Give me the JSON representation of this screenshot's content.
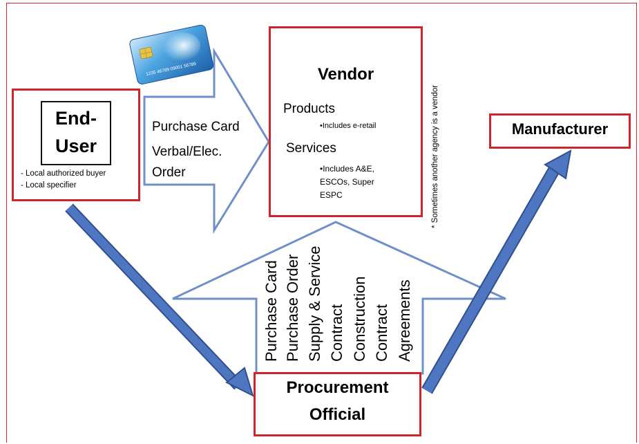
{
  "end_user": {
    "title_line1": "End-",
    "title_line2": "User",
    "bullets": [
      "- Local authorized buyer",
      "- Local specifier"
    ]
  },
  "card": {
    "number": "1235 46789 09001 56789"
  },
  "right_arrow": {
    "label1": "Purchase Card",
    "label2a": "Verbal/Elec.",
    "label2b": "Order"
  },
  "vendor": {
    "title": "Vendor",
    "products": "Products",
    "products_note": "•Includes  e-retail",
    "services": "Services",
    "services_note1": "•Includes A&E,",
    "services_note2": "ESCOs, Super",
    "services_note3": "ESPC"
  },
  "vendor_note": "* Sometimes another agency is a vendor",
  "manufacturer": {
    "title": "Manufacturer"
  },
  "up_arrow_labels": [
    "Purchase Card",
    "Purchase Order",
    "Supply & Service",
    "Contract",
    "Construction",
    "Contract",
    "Agreements"
  ],
  "procurement": {
    "line1": "Procurement",
    "line2": "Official"
  },
  "colors": {
    "frame": "#d9222a",
    "box_border": "#d1232a",
    "arrow_outline": "#6f8fc8",
    "connector_fill": "#4f76c0",
    "connector_stroke": "#2f4f8f"
  }
}
